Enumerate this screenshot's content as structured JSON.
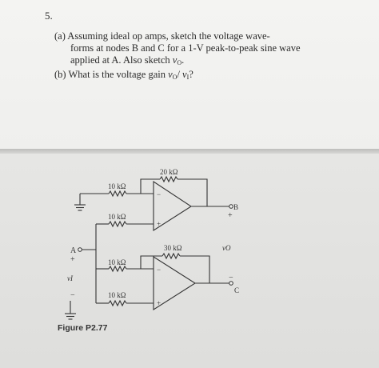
{
  "problem": {
    "number": "5.",
    "part_a": "(a) Assuming ideal op amps, sketch the voltage wave-",
    "part_a_line2": "forms at nodes B and C for a 1-V peak-to-peak sine wave",
    "part_a_line3_pre": "applied at A. Also sketch ",
    "part_a_var": "v",
    "part_a_var_sub": "O",
    "part_a_end": ".",
    "part_b_pre": "(b) What is the voltage gain ",
    "part_b_expr_v1": "v",
    "part_b_expr_sub1": "O",
    "part_b_slash": "/ ",
    "part_b_expr_v2": "v",
    "part_b_expr_sub2": "I",
    "part_b_end": "?"
  },
  "circuit": {
    "r_top_feedback": "20 kΩ",
    "r_top_input": "10 kΩ",
    "r_top_plus": "10 kΩ",
    "r_bottom_feedback": "30 kΩ",
    "r_bottom_input": "10 kΩ",
    "r_bottom_plus": "10 kΩ",
    "node_a": "A",
    "node_b": "B",
    "node_c": "C",
    "plus_a": "+",
    "minus_a": "−",
    "vi_label": "vI",
    "vo_label": "vO",
    "plus_b": "+",
    "minus_c": "−",
    "opamp_top_minus": "−",
    "opamp_top_plus": "+",
    "opamp_bottom_minus": "−",
    "opamp_bottom_plus": "+"
  },
  "figure": {
    "caption": "Figure P2.77"
  }
}
